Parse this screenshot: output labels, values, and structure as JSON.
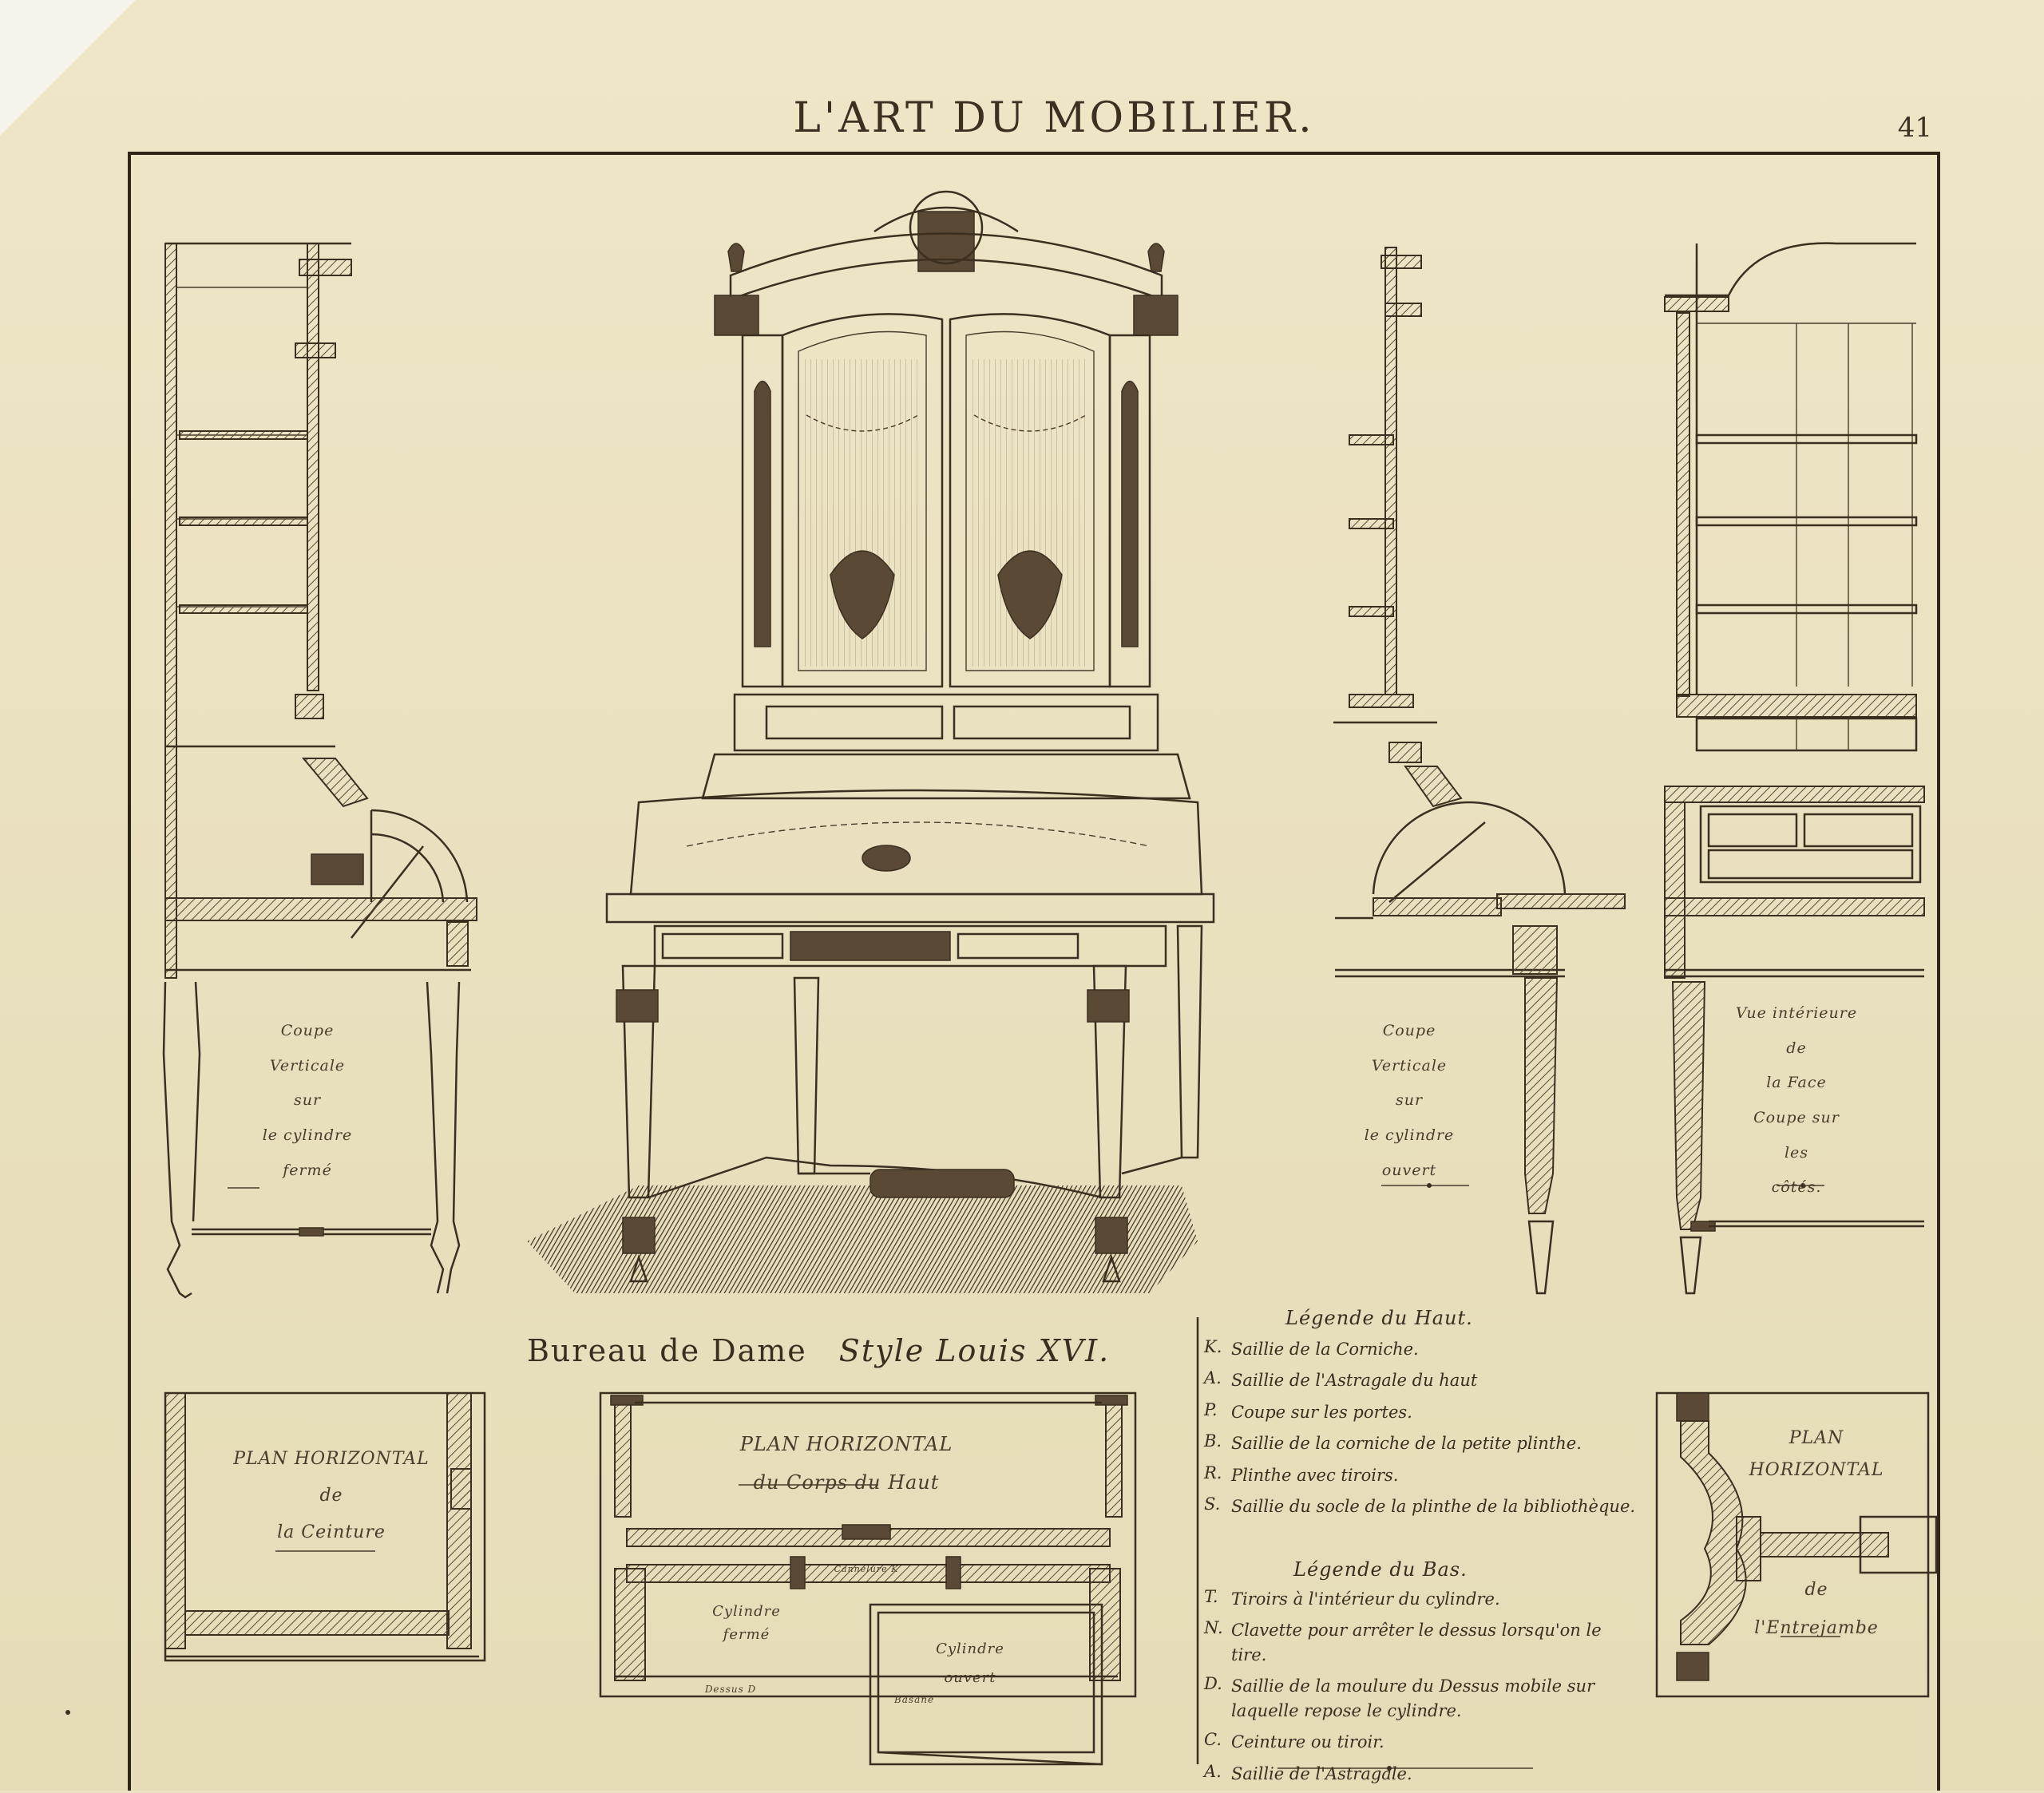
{
  "header": {
    "title": "L'ART DU MOBILIER.",
    "page_number": "41"
  },
  "main_caption": {
    "text": "Bureau de Dame",
    "style": "Style Louis XVI."
  },
  "sections": {
    "left": [
      "Coupe",
      "Verticale",
      "sur",
      "le cylindre",
      "fermé"
    ],
    "middle_right": [
      "Coupe",
      "Verticale",
      "sur",
      "le cylindre",
      "ouvert"
    ],
    "right": [
      "Vue intérieure",
      "de",
      "la Face",
      "Coupe sur",
      "les",
      "côtés."
    ]
  },
  "plans": {
    "ceinture": [
      "PLAN HORIZONTAL",
      "de",
      "la Ceinture"
    ],
    "corps_haut": [
      "PLAN HORIZONTAL",
      "du Corps du Haut"
    ],
    "entrejambe": [
      "PLAN",
      "HORIZONTAL",
      "de",
      "l'Entrejambe"
    ],
    "cylindre_ferme": [
      "Cylindre",
      "fermé"
    ],
    "cylindre_ouvert": [
      "Cylindre",
      "ouvert"
    ],
    "small_marks": {
      "dessus": "Dessus D",
      "basane": "Basane",
      "cannelure": "Cannelure K"
    }
  },
  "legend_haut": {
    "title": "Légende du Haut.",
    "items": [
      {
        "key": "K.",
        "text": "Saillie de la Corniche."
      },
      {
        "key": "A.",
        "text": "Saillie de l'Astragale du haut"
      },
      {
        "key": "P.",
        "text": "Coupe sur les portes."
      },
      {
        "key": "B.",
        "text": "Saillie de la corniche de la petite plinthe."
      },
      {
        "key": "R.",
        "text": "Plinthe avec tiroirs."
      },
      {
        "key": "S.",
        "text": "Saillie du socle de la plinthe de la bibliothèque."
      }
    ]
  },
  "legend_bas": {
    "title": "Légende du Bas.",
    "items": [
      {
        "key": "T.",
        "text": "Tiroirs à l'intérieur du cylindre."
      },
      {
        "key": "N.",
        "text": "Clavette pour arrêter le dessus lorsqu'on le tire."
      },
      {
        "key": "D.",
        "text": "Saillie de la moulure du Dessus mobile sur laquelle repose le cylindre."
      },
      {
        "key": "C.",
        "text": "Ceinture ou tiroir."
      },
      {
        "key": "A.",
        "text": "Saillie de l'Astragale."
      }
    ]
  }
}
